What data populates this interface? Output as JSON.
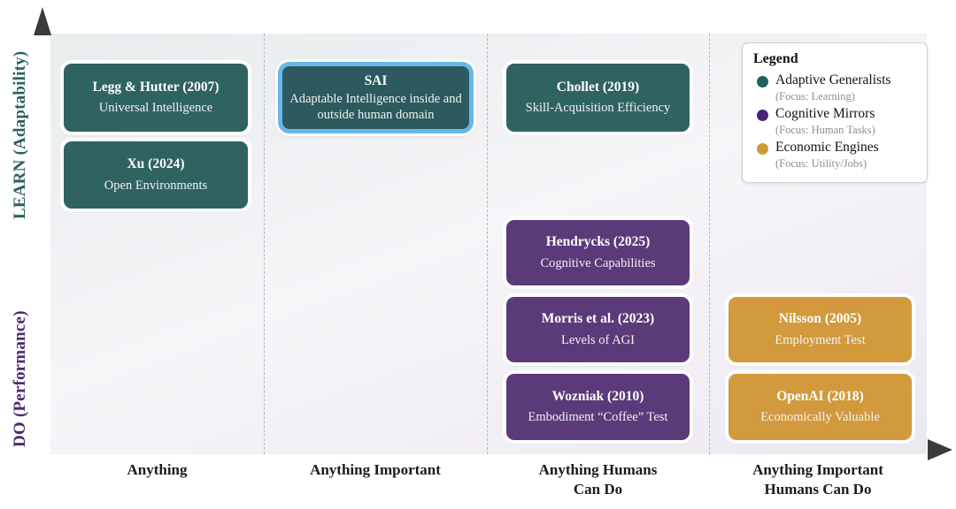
{
  "chart_data": {
    "type": "scatter",
    "title": "",
    "xlabel": "",
    "ylabel": "",
    "grid": false,
    "legend_position": "top-right",
    "x_categories": [
      "Anything",
      "Anything Important",
      "Anything Humans Can Do",
      "Anything Important Humans Can Do"
    ],
    "y_axis_poles": [
      "LEARN (Adaptability)",
      "DO (Performance)"
    ],
    "series": [
      {
        "name": "Adaptive Generalists",
        "color": "#2f6360",
        "points": [
          {
            "label": "Legg & Hutter (2007)",
            "sublabel": "Universal Intelligence",
            "x_category": "Anything",
            "y_zone": "LEARN"
          },
          {
            "label": "Xu (2024)",
            "sublabel": "Open Environments",
            "x_category": "Anything",
            "y_zone": "LEARN"
          },
          {
            "label": "Chollet (2019)",
            "sublabel": "Skill-Acquisition Efficiency",
            "x_category": "Anything Humans Can Do",
            "y_zone": "LEARN"
          },
          {
            "label": "SAI",
            "sublabel": "Adaptable Intelligence inside and outside human domain",
            "x_category": "Anything Important",
            "y_zone": "LEARN",
            "highlighted": true
          }
        ]
      },
      {
        "name": "Cognitive Mirrors",
        "color": "#5b3a7a",
        "points": [
          {
            "label": "Hendrycks (2025)",
            "sublabel": "Cognitive Capabilities",
            "x_category": "Anything Humans Can Do",
            "y_zone": "MID"
          },
          {
            "label": "Morris et al. (2023)",
            "sublabel": "Levels of AGI",
            "x_category": "Anything Humans Can Do",
            "y_zone": "DO"
          },
          {
            "label": "Wozniak (2010)",
            "sublabel": "Embodiment “Coffee” Test",
            "x_category": "Anything Humans Can Do",
            "y_zone": "DO"
          }
        ]
      },
      {
        "name": "Economic Engines",
        "color": "#d29a3d",
        "points": [
          {
            "label": "Nilsson (2005)",
            "sublabel": "Employment Test",
            "x_category": "Anything Important Humans Can Do",
            "y_zone": "DO"
          },
          {
            "label": "OpenAI (2018)",
            "sublabel": "Economically Valuable",
            "x_category": "Anything Important Humans Can Do",
            "y_zone": "DO"
          }
        ]
      }
    ]
  },
  "axes": {
    "y_top_label": "LEARN (Adaptability)",
    "y_bottom_label": "DO (Performance)",
    "y_top_color": "#2c605e",
    "y_bottom_color": "#4c2a6e",
    "x_ticks": [
      {
        "line1": "Anything",
        "line2": ""
      },
      {
        "line1": "Anything Important",
        "line2": ""
      },
      {
        "line1": "Anything Humans",
        "line2": "Can Do"
      },
      {
        "line1": "Anything Important",
        "line2": "Humans Can Do"
      }
    ]
  },
  "boxes": {
    "legg": {
      "title": "Legg & Hutter (2007)",
      "sub": "Universal Intelligence"
    },
    "xu": {
      "title": "Xu (2024)",
      "sub": "Open Environments"
    },
    "sai": {
      "title": "SAI",
      "sub": "Adaptable Intelligence inside and outside human domain"
    },
    "chollet": {
      "title": "Chollet (2019)",
      "sub": "Skill-Acquisition Efficiency"
    },
    "hendrycks": {
      "title": "Hendrycks (2025)",
      "sub": "Cognitive Capabilities"
    },
    "morris": {
      "title": "Morris et al. (2023)",
      "sub": "Levels of AGI"
    },
    "wozniak": {
      "title": "Wozniak (2010)",
      "sub": "Embodiment “Coffee” Test"
    },
    "nilsson": {
      "title": "Nilsson (2005)",
      "sub": "Employment Test"
    },
    "openai": {
      "title": "OpenAI (2018)",
      "sub": "Economically Valuable"
    }
  },
  "legend": {
    "title": "Legend",
    "items": [
      {
        "label": "Adaptive Generalists",
        "focus": "(Focus: Learning)",
        "color": "#1f6260"
      },
      {
        "label": "Cognitive Mirrors",
        "focus": "(Focus: Human Tasks)",
        "color": "#4b2172"
      },
      {
        "label": "Economic Engines",
        "focus": "(Focus: Utility/Jobs)",
        "color": "#d09a3c"
      }
    ]
  },
  "colors": {
    "teal": "#2f6360",
    "purple": "#5b3a7a",
    "gold": "#d29a3d",
    "highlight_border": "#69b7ea"
  }
}
